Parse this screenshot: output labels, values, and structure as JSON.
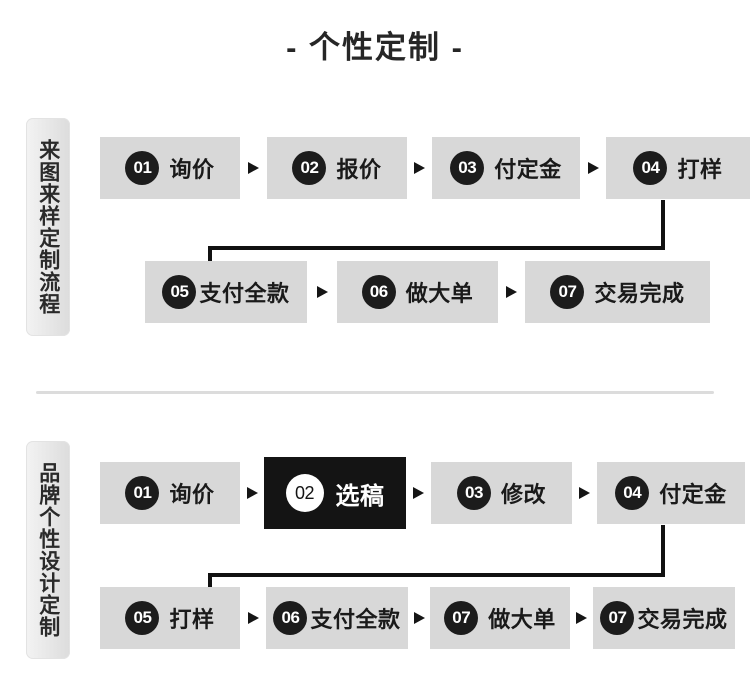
{
  "title": "- 个性定制 -",
  "divider": {
    "present": true
  },
  "sections": [
    {
      "id": "custom-from-sample",
      "side_label": "来图来样定制流程",
      "rows": [
        {
          "steps": [
            {
              "num": "01",
              "label": "询价",
              "highlight": false
            },
            {
              "num": "02",
              "label": "报价",
              "highlight": false
            },
            {
              "num": "03",
              "label": "付定金",
              "highlight": false
            },
            {
              "num": "04",
              "label": "打样",
              "highlight": false
            }
          ]
        },
        {
          "steps": [
            {
              "num": "05",
              "label": "支付全款",
              "highlight": false
            },
            {
              "num": "06",
              "label": "做大单",
              "highlight": false
            },
            {
              "num": "07",
              "label": "交易完成",
              "highlight": false
            }
          ]
        }
      ]
    },
    {
      "id": "brand-custom-design",
      "side_label": "品牌个性设计定制",
      "rows": [
        {
          "steps": [
            {
              "num": "01",
              "label": "询价",
              "highlight": false
            },
            {
              "num": "02",
              "label": "选稿",
              "highlight": true
            },
            {
              "num": "03",
              "label": "修改",
              "highlight": false
            },
            {
              "num": "04",
              "label": "付定金",
              "highlight": false
            }
          ]
        },
        {
          "steps": [
            {
              "num": "05",
              "label": "打样",
              "highlight": false
            },
            {
              "num": "06",
              "label": "支付全款",
              "highlight": false
            },
            {
              "num": "07",
              "label": "做大单",
              "highlight": false
            },
            {
              "num": "07",
              "label": "交易完成",
              "highlight": false
            }
          ]
        }
      ]
    }
  ],
  "colors": {
    "box_fill": "#d8d8d8",
    "highlight_fill": "#141414",
    "badge_fill": "#1c1c1c",
    "text": "#1a1a1a",
    "connector": "#111111",
    "divider": "#dcdcdc",
    "side_label_fill": "#e9e9e9"
  },
  "icons": {
    "separator": "right-triangle-arrow-icon",
    "connector": "elbow-down-arrow-icon"
  }
}
